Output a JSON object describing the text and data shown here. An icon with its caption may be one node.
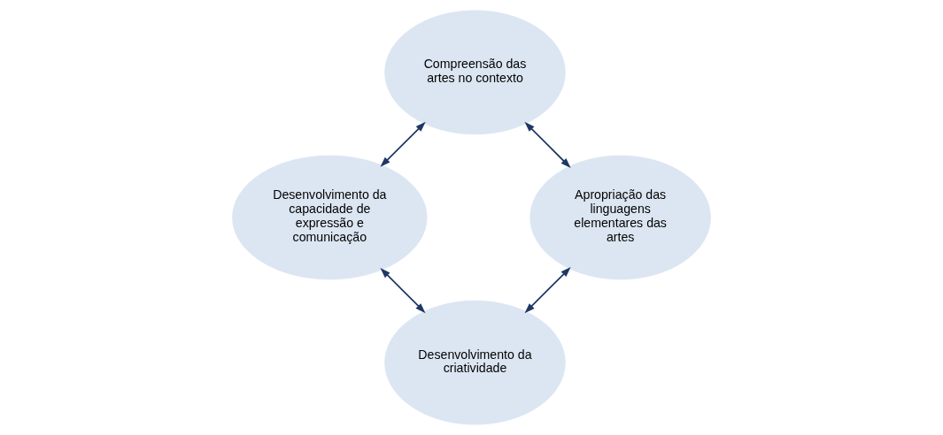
{
  "diagram": {
    "nodes": [
      {
        "text": [
          "Desenvolvimento da criatividade"
        ]
      },
      {
        "text": [
          "Apropriação das linguagens elementares das artes"
        ]
      },
      {
        "text": [
          "Desenvolvimento da capacidade de expressão e comunicação"
        ]
      },
      {
        "text": [
          "Compreensão das artes no contexto"
        ]
      }
    ],
    "edges": [
      {
        "from": 1,
        "to": 0,
        "arrow": "both"
      },
      {
        "from": 0,
        "to": 2,
        "arrow": "both"
      },
      {
        "from": 2,
        "to": 3,
        "arrow": "both"
      },
      {
        "from": 3,
        "to": 1,
        "arrow": "both"
      }
    ]
  }
}
